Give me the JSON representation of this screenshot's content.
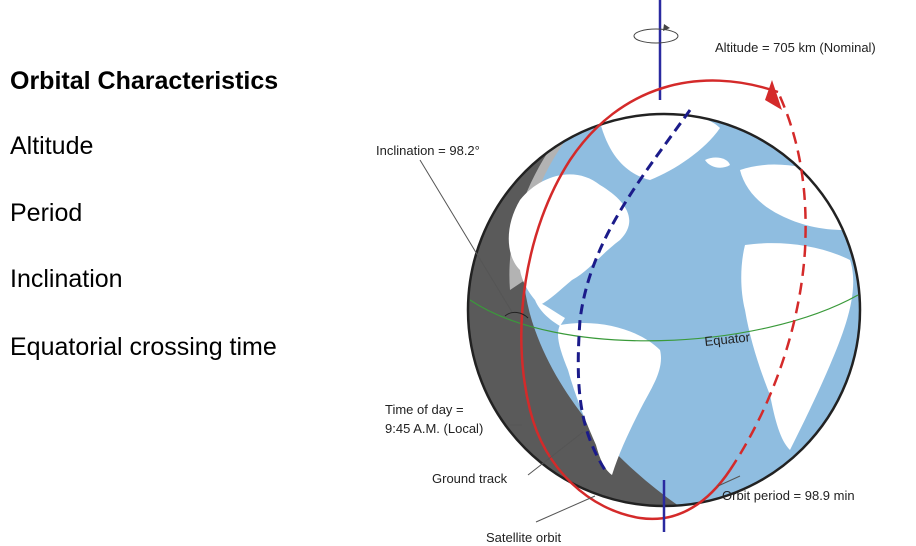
{
  "panel": {
    "heading": "Orbital Characteristics",
    "items": [
      "Altitude",
      "Period",
      "Inclination",
      "Equatorial crossing time"
    ]
  },
  "diagram": {
    "altitude_label": "Altitude = 705 km (Nominal)",
    "inclination_label": "Inclination  = 98.2°",
    "equator_label": "Equator",
    "time_of_day_label_1": "Time of day =",
    "time_of_day_label_2": "9:45 A.M. (Local)",
    "ground_track_label": "Ground track",
    "orbit_period_label": "Orbit period = 98.9 min",
    "satellite_orbit_label": "Satellite orbit",
    "colors": {
      "ocean": "#8fbde0",
      "land": "#ffffff",
      "night_side": "#5a5a5a",
      "terminator": "#b3b3b3",
      "orbit": "#d42a2a",
      "ground_track": "#1b1b8a",
      "axis": "#2a2aa0",
      "equator": "#3a9a3a",
      "outline": "#222222"
    }
  }
}
